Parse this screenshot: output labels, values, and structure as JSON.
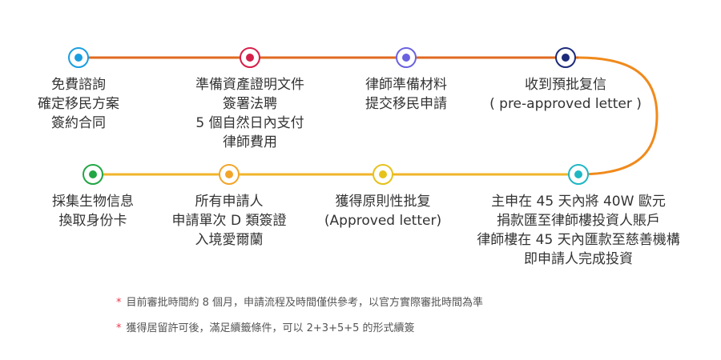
{
  "colors": {
    "top_line": "#e06a22",
    "curve": "#f08a1c",
    "bottom_line": "#f0b52a"
  },
  "steps": [
    {
      "color": "#1a9ee0",
      "lines": [
        "免費諮詢",
        "確定移民方案",
        "簽約合同"
      ]
    },
    {
      "color": "#d61f4a",
      "lines": [
        "準備資產證明文件",
        "簽署法聘",
        "5 個自然日內支付",
        "律師費用"
      ]
    },
    {
      "color": "#6b62e0",
      "lines": [
        "律師準備材料",
        "提交移民申請"
      ]
    },
    {
      "color": "#1c2a7a",
      "lines": [
        "收到預批复信",
        "( pre-approved letter )"
      ]
    },
    {
      "color": "#1fb7c4",
      "lines": [
        "主申在 45 天內將 40W 歐元",
        "捐款匯至律師樓投資人賬戶",
        "律師樓在 45 天內匯款至慈善機構",
        "即申請人完成投資"
      ]
    },
    {
      "color": "#e6c21b",
      "lines": [
        "獲得原則性批复",
        "(Approved letter)"
      ]
    },
    {
      "color": "#f2a52a",
      "lines": [
        "所有申請人",
        "申請單次 D 類簽證",
        "入境愛爾蘭"
      ]
    },
    {
      "color": "#22a645",
      "lines": [
        "採集生物信息",
        "換取身份卡"
      ]
    }
  ],
  "notes": [
    {
      "star": "*",
      "text": "目前審批時間約 8 個月，申請流程及時間僅供參考，以官方實際審批時間為準"
    },
    {
      "star": "*",
      "text": "獲得居留許可後，滿足續籤條件，可以 2+3+5+5 的形式續簽"
    }
  ]
}
